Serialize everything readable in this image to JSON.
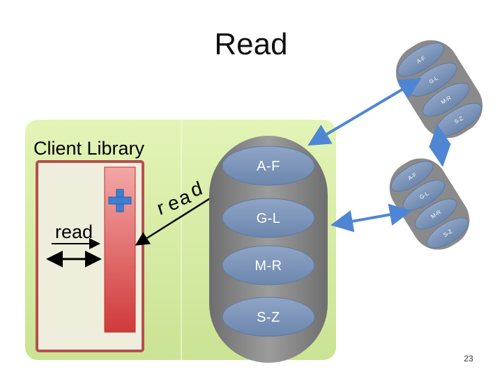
{
  "title": "Read",
  "client": {
    "label": "Client Library",
    "local_read": "read"
  },
  "remote_read_letters": [
    "r",
    "e",
    "a",
    "d"
  ],
  "server": {
    "shards": [
      "A-F",
      "G-L",
      "M-R",
      "S-Z"
    ]
  },
  "replica_top": {
    "shards": [
      "A-F",
      "G-L",
      "M-R",
      "S-Z"
    ]
  },
  "replica_mid": {
    "shards": [
      "A-F",
      "G-L",
      "M-R",
      "S-Z"
    ]
  },
  "page_number": "23",
  "colors": {
    "panel": "#d4ec9c",
    "server": "#8c8c8c",
    "shard": "#7e96b8",
    "arrow": "#4f86d4",
    "bar": "#e04848",
    "plus": "#3f7fd2"
  }
}
